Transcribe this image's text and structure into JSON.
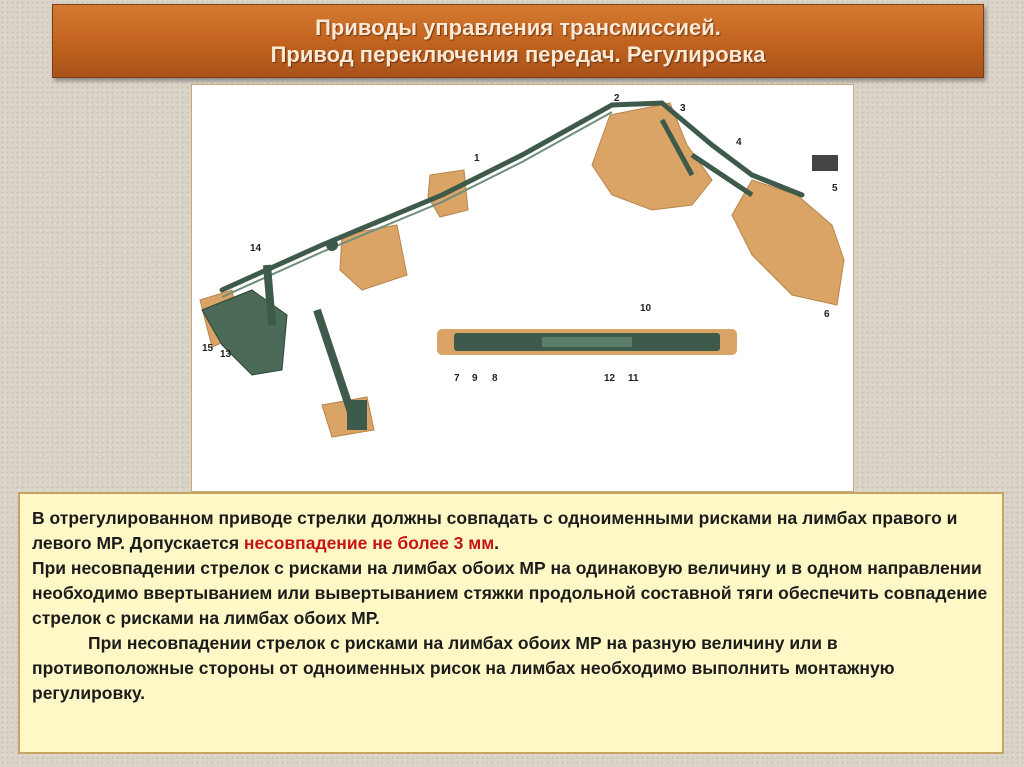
{
  "title": {
    "line1": "Приводы управления трансмиссией.",
    "line2": "Привод переключения передач. Регулировка"
  },
  "diagram": {
    "callouts": [
      "1",
      "2",
      "3",
      "4",
      "5",
      "6",
      "7",
      "8",
      "9",
      "10",
      "11",
      "12",
      "13",
      "14",
      "15"
    ]
  },
  "text": {
    "p1_before": "В отрегулированном приводе стрелки должны совпадать с одноименными рисками на лимбах правого и левого МР. Допускается ",
    "p1_highlight": "несовпадение не более 3 мм",
    "p1_after": ".",
    "p2": "При несовпадении стрелок с рисками на лимбах обоих МР на одинаковую величину и в одном направлении необходимо ввертыванием или вывертыванием стяжки продольной составной тяги обеспечить совпадение стрелок с рисками на лимбах обоих МР.",
    "p3": "При несовпадении стрелок с рисками на лимбах обоих МР на разную величину или в противоположные стороны от одноименных рисок на лимбах необходимо выполнить монтажную регулировку."
  },
  "colors": {
    "banner": "#c0621e",
    "highlight": "#c81414",
    "text_box_bg": "#fdf8c6",
    "panel_fill": "#d9a466",
    "metal": "#3e5a4a"
  }
}
